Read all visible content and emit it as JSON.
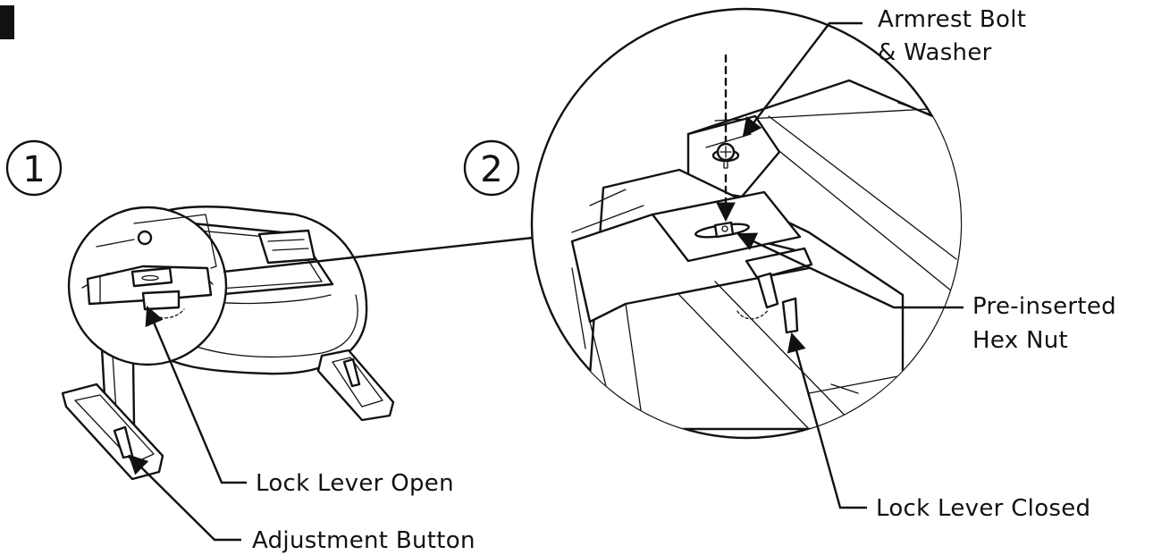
{
  "steps": [
    {
      "number": "1"
    },
    {
      "number": "2"
    }
  ],
  "labels": {
    "armrest_bolt_line1": "Armrest Bolt",
    "armrest_bolt_line2": "& Washer",
    "hex_nut_line1": "Pre-inserted",
    "hex_nut_line2": "Hex Nut",
    "lock_lever_closed": "Lock Lever Closed",
    "lock_lever_open": "Lock Lever Open",
    "adjustment_button": "Adjustment Button"
  },
  "colors": {
    "ink": "#111111",
    "background": "#ffffff"
  }
}
